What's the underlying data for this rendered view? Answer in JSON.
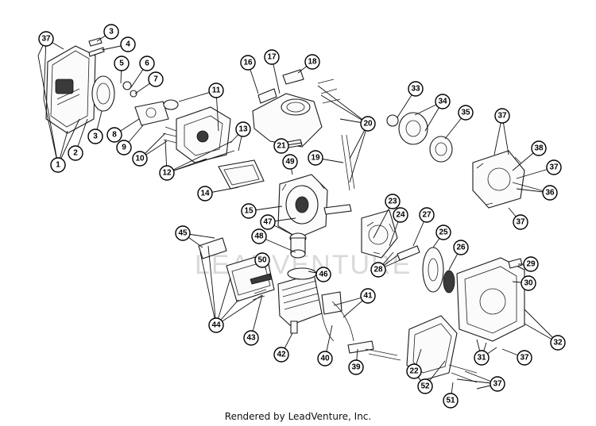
{
  "credit": "Rendered by LeadVenture, Inc.",
  "watermark": "LEADVENTURE",
  "callouts": [
    "1",
    "2",
    "3",
    "4",
    "5",
    "6",
    "7",
    "8",
    "9",
    "10",
    "11",
    "12",
    "13",
    "14",
    "15",
    "16",
    "17",
    "18",
    "19",
    "20",
    "21",
    "22",
    "23",
    "24",
    "25",
    "26",
    "27",
    "28",
    "29",
    "30",
    "31",
    "32",
    "33",
    "34",
    "35",
    "36",
    "37",
    "38",
    "39",
    "40",
    "41",
    "42",
    "43",
    "44",
    "45",
    "46",
    "47",
    "48",
    "49",
    "50",
    "51",
    "52"
  ],
  "colors": {
    "ink": "#000000",
    "paper": "#ffffff",
    "watermark": "#d9d9d9"
  }
}
